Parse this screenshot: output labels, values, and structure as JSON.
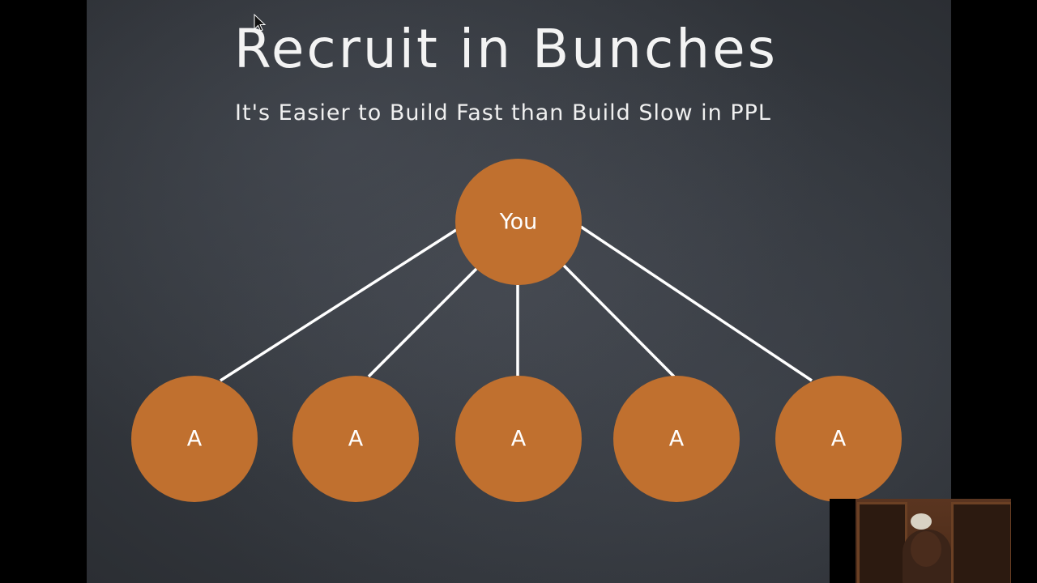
{
  "slide": {
    "title": "Recruit in Bunches",
    "subtitle": "It's Easier to Build Fast than Build Slow in PPL"
  },
  "diagram": {
    "root": {
      "label": "You"
    },
    "children": [
      {
        "label": "A"
      },
      {
        "label": "A"
      },
      {
        "label": "A"
      },
      {
        "label": "A"
      },
      {
        "label": "A"
      }
    ],
    "colors": {
      "node_fill": "#c0702f",
      "connector": "#ffffff",
      "background": "#363a40"
    }
  },
  "overlay": {
    "webcam_icon": "presenter-webcam",
    "cursor_icon": "mouse-pointer-icon"
  }
}
